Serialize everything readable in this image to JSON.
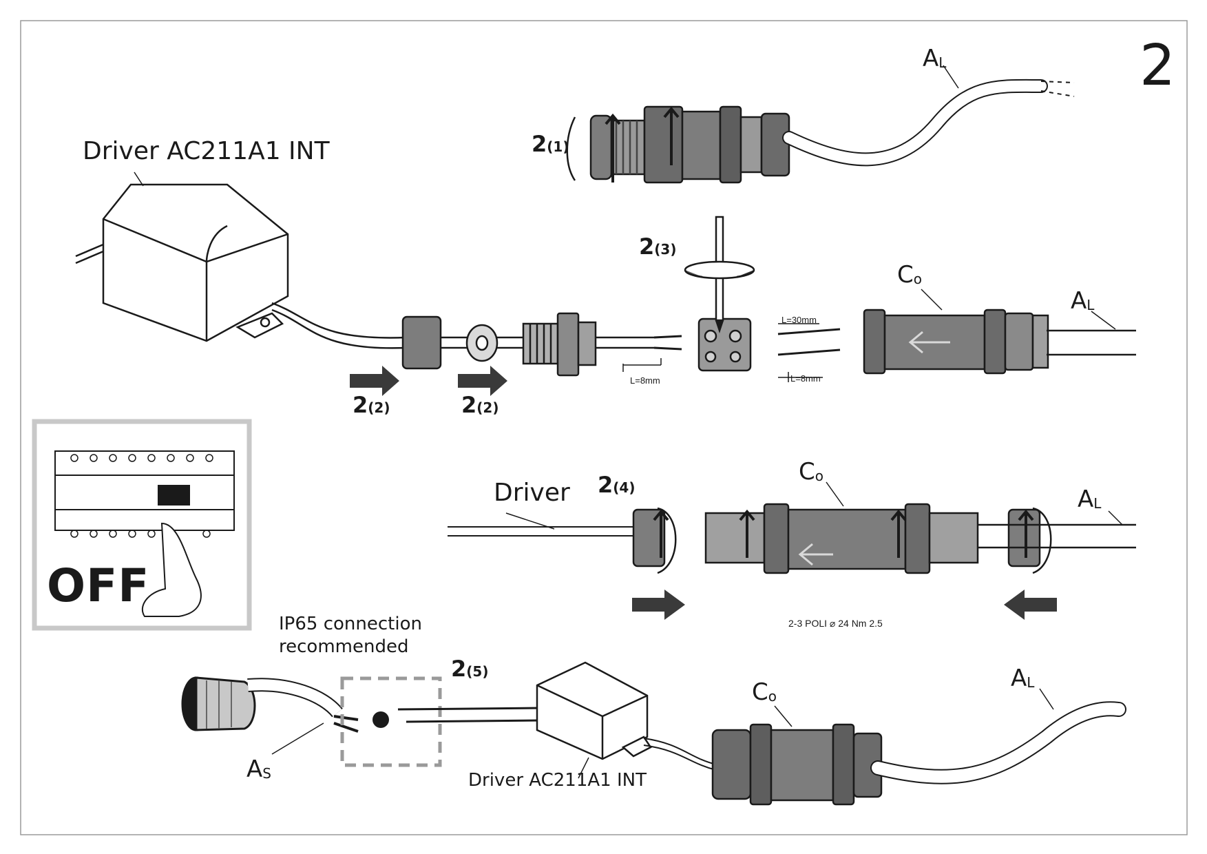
{
  "page_number": "2",
  "labels": {
    "driver_top": "Driver AC211A1 INT",
    "driver_mid": "Driver",
    "driver_bottom": "Driver AC211A1 INT",
    "off": "OFF",
    "ip65_note": "IP65 connection recommended",
    "torque_note": "2-3 POLI ⌀ 24 Nm 2.5",
    "strip_8mm_a": "L=8mm",
    "strip_30mm": "L=30mm",
    "strip_8mm_b": "L=8mm"
  },
  "steps": {
    "s1": {
      "main": "2",
      "sub": "(1)"
    },
    "s2a": {
      "main": "2",
      "sub": "(2)"
    },
    "s2b": {
      "main": "2",
      "sub": "(2)"
    },
    "s3": {
      "main": "2",
      "sub": "(3)"
    },
    "s4": {
      "main": "2",
      "sub": "(4)"
    },
    "s5": {
      "main": "2",
      "sub": "(5)"
    }
  },
  "tags": {
    "al_top": {
      "main": "A",
      "sub": "L"
    },
    "al_mid": {
      "main": "A",
      "sub": "L"
    },
    "al_row3": {
      "main": "A",
      "sub": "L"
    },
    "al_bottom": {
      "main": "A",
      "sub": "L"
    },
    "co_mid": {
      "main": "C",
      "sub": "o"
    },
    "co_row3": {
      "main": "C",
      "sub": "o"
    },
    "co_bottom": {
      "main": "C",
      "sub": "o"
    },
    "as_bottom": {
      "main": "A",
      "sub": "S"
    }
  },
  "colors": {
    "ink": "#1a1a1a",
    "connector_grey": "#7d7d7d",
    "connector_dark": "#555555",
    "panel_border": "#c8c8c8",
    "dashed_box": "#9a9a9a"
  }
}
